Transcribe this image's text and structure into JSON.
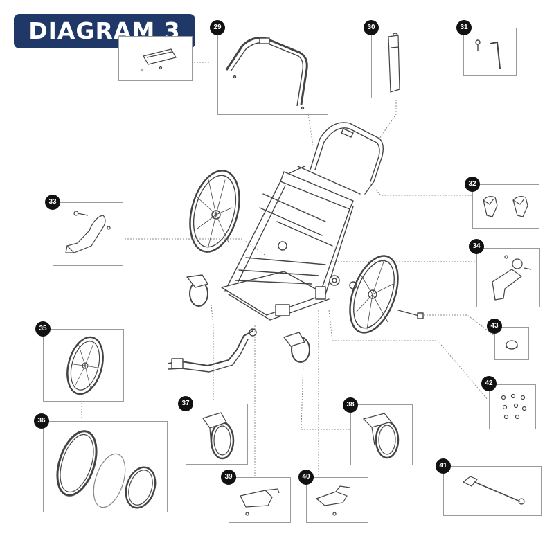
{
  "title": "DIAGRAM 3",
  "parts": [
    {
      "id": "29",
      "name": "push-bar"
    },
    {
      "id": "30",
      "name": "strap"
    },
    {
      "id": "31",
      "name": "bolt-and-hex-key"
    },
    {
      "id": "32",
      "name": "brake-levers"
    },
    {
      "id": "33",
      "name": "left-wheel-mount"
    },
    {
      "id": "34",
      "name": "right-wheel-mount"
    },
    {
      "id": "35",
      "name": "rear-wheel"
    },
    {
      "id": "36",
      "name": "tire-tube-rim"
    },
    {
      "id": "37",
      "name": "stroller-wheel-left"
    },
    {
      "id": "38",
      "name": "stroller-wheel-right"
    },
    {
      "id": "39",
      "name": "bracket-left"
    },
    {
      "id": "40",
      "name": "bracket-right"
    },
    {
      "id": "41",
      "name": "quick-release-axle"
    },
    {
      "id": "42",
      "name": "screw-set"
    },
    {
      "id": "43",
      "name": "end-cap"
    }
  ],
  "colors": {
    "title_bg": "#1f3868",
    "title_text": "#ffffff",
    "badge_bg": "#111111",
    "line": "#444444",
    "leader": "#8a8a8a"
  }
}
